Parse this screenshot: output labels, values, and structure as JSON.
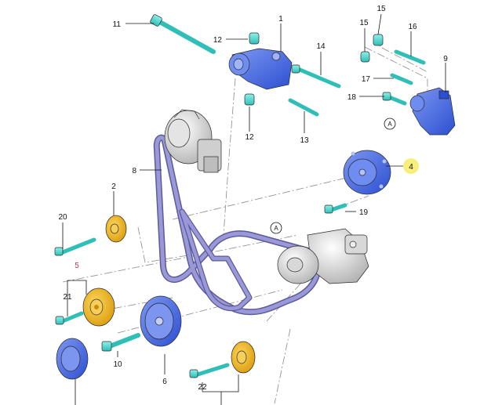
{
  "diagram": {
    "callouts": {
      "c1": "1",
      "c2": "2",
      "c4": "4",
      "c5": "5",
      "c6": "6",
      "c8": "8",
      "c9": "9",
      "c10": "10",
      "c11": "11",
      "c12a": "12",
      "c12b": "12",
      "c13": "13",
      "c14": "14",
      "c15a": "15",
      "c15b": "15",
      "c16": "16",
      "c17": "17",
      "c18": "18",
      "c19": "19",
      "c20": "20",
      "c21": "21",
      "c22": "22"
    },
    "reference_markers": {
      "upper": "A",
      "lower": "A"
    },
    "colors": {
      "bracket_blue": "#3f63e0",
      "bolt_teal": "#4fd6cf",
      "pulley_yellow": "#f0b51f",
      "belt_lavender": "#9a98d6",
      "highlight": "#f7ef7c",
      "callout_5": "#c0306a"
    }
  }
}
